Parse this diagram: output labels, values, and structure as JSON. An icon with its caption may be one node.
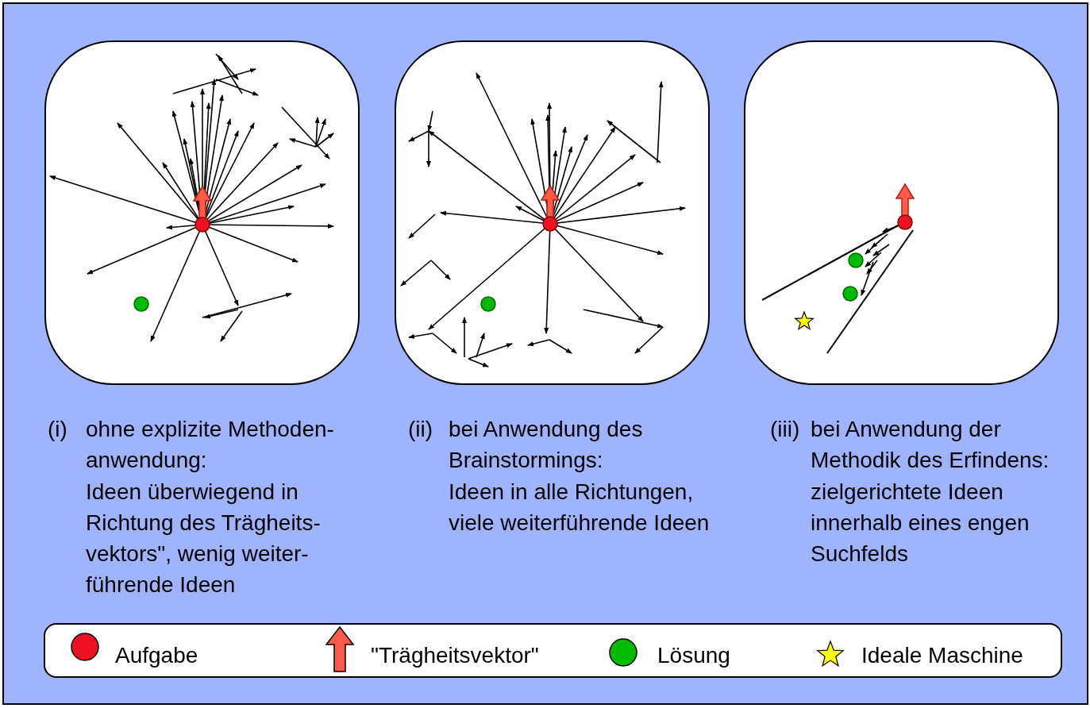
{
  "diagram": {
    "labels": [
      "(i)",
      "ohne explizite Methoden- anwendung:",
      "Ideen überwiegend in Richtung des Trägheits- vektors\", wenig weiter- führende Ideen",
      "(ii)",
      "bei Anwendung des Brainstormings:",
      "Ideen in alle Richtungen, viele weiterführende Ideen",
      "(iii)",
      "bei Anwendung der Methodik des Erfindens:",
      "zielgerichtete Ideen innerhalb eines engen Suchfelds"
    ],
    "legend": [
      {
        "text": "Aufgabe"
      },
      {
        "text": "\"Trägheitsvektor\""
      },
      {
        "text": "Lösung"
      },
      {
        "text": "Ideale Maschine"
      }
    ]
  }
}
